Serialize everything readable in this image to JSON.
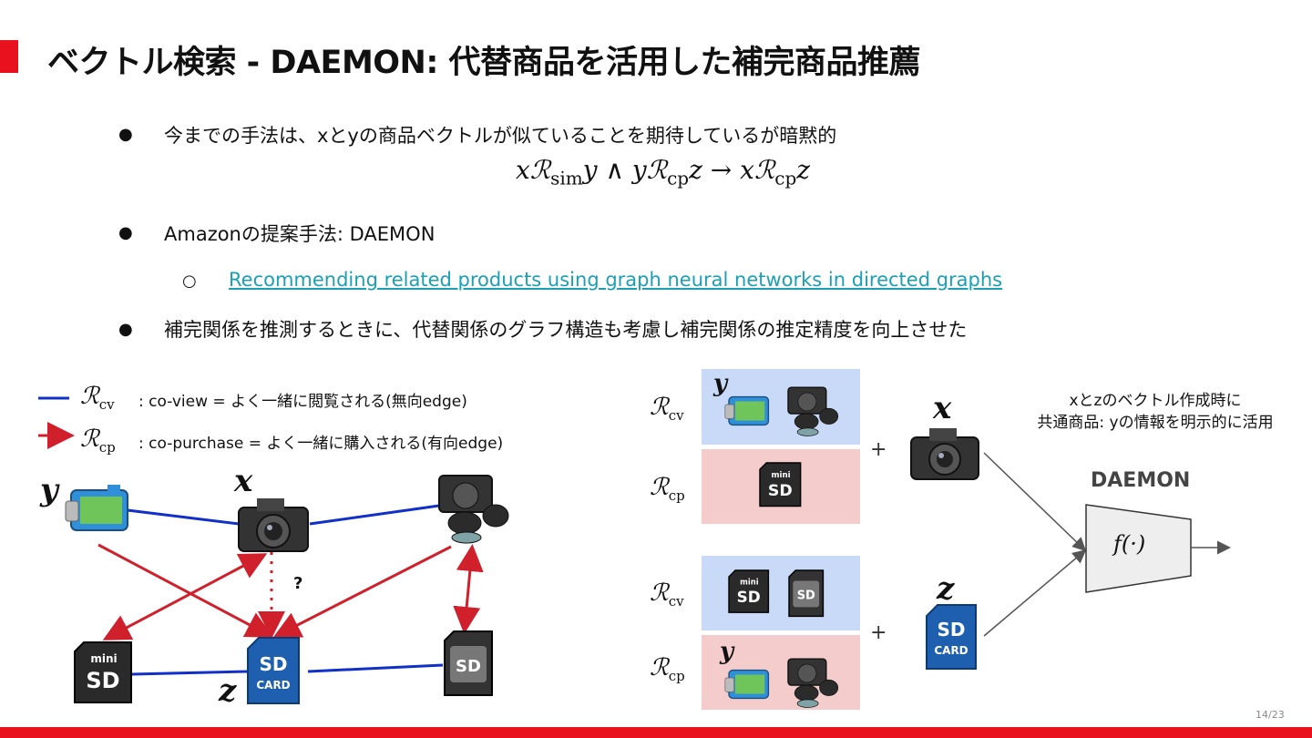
{
  "title": "ベクトル検索 - DAEMON: 代替商品を活用した補完商品推薦",
  "bullets": {
    "b1": "今までの手法は、xとyの商品ベクトルが似ていることを期待しているが暗黙的",
    "b2": "Amazonの提案手法: DAEMON",
    "b2_link": "Recommending related products using graph neural networks in directed graphs",
    "b3": "補完関係を推測するときに、代替関係のグラフ構造も考慮し補完関係の推定精度を向上させた"
  },
  "formula": {
    "x": "x",
    "R": "ℛ",
    "sim": "sim",
    "y": "y",
    "and": "∧",
    "cp": "cp",
    "z": "z",
    "arrow": "→"
  },
  "legend": {
    "cv_symbol": "ℛ",
    "cv_sub": "cv",
    "cv_text": ": co-view = よく一緒に閲覧される(無向edge)",
    "cp_symbol": "ℛ",
    "cp_sub": "cp",
    "cp_text": ": co-purchase = よく一緒に購入される(有向edge)"
  },
  "graph": {
    "var_y": "y",
    "var_x": "x",
    "var_z": "z",
    "question": "?"
  },
  "right_diagram": {
    "R": "ℛ",
    "cv": "cv",
    "cp": "cp",
    "var_y": "y",
    "var_x": "x",
    "var_z": "z",
    "plus": "+",
    "note_line1": "xとzのベクトル作成時に",
    "note_line2": "共通商品: yの情報を明示的に活用",
    "daemon": "DAEMON",
    "func": "f(·)"
  },
  "page_number": "14/23",
  "colors": {
    "accent": "#e8111d",
    "cv_edge": "#1030c8",
    "cp_edge": "#d0202c",
    "blue_panel": "#c9daf8",
    "pink_panel": "#f4cccc"
  }
}
